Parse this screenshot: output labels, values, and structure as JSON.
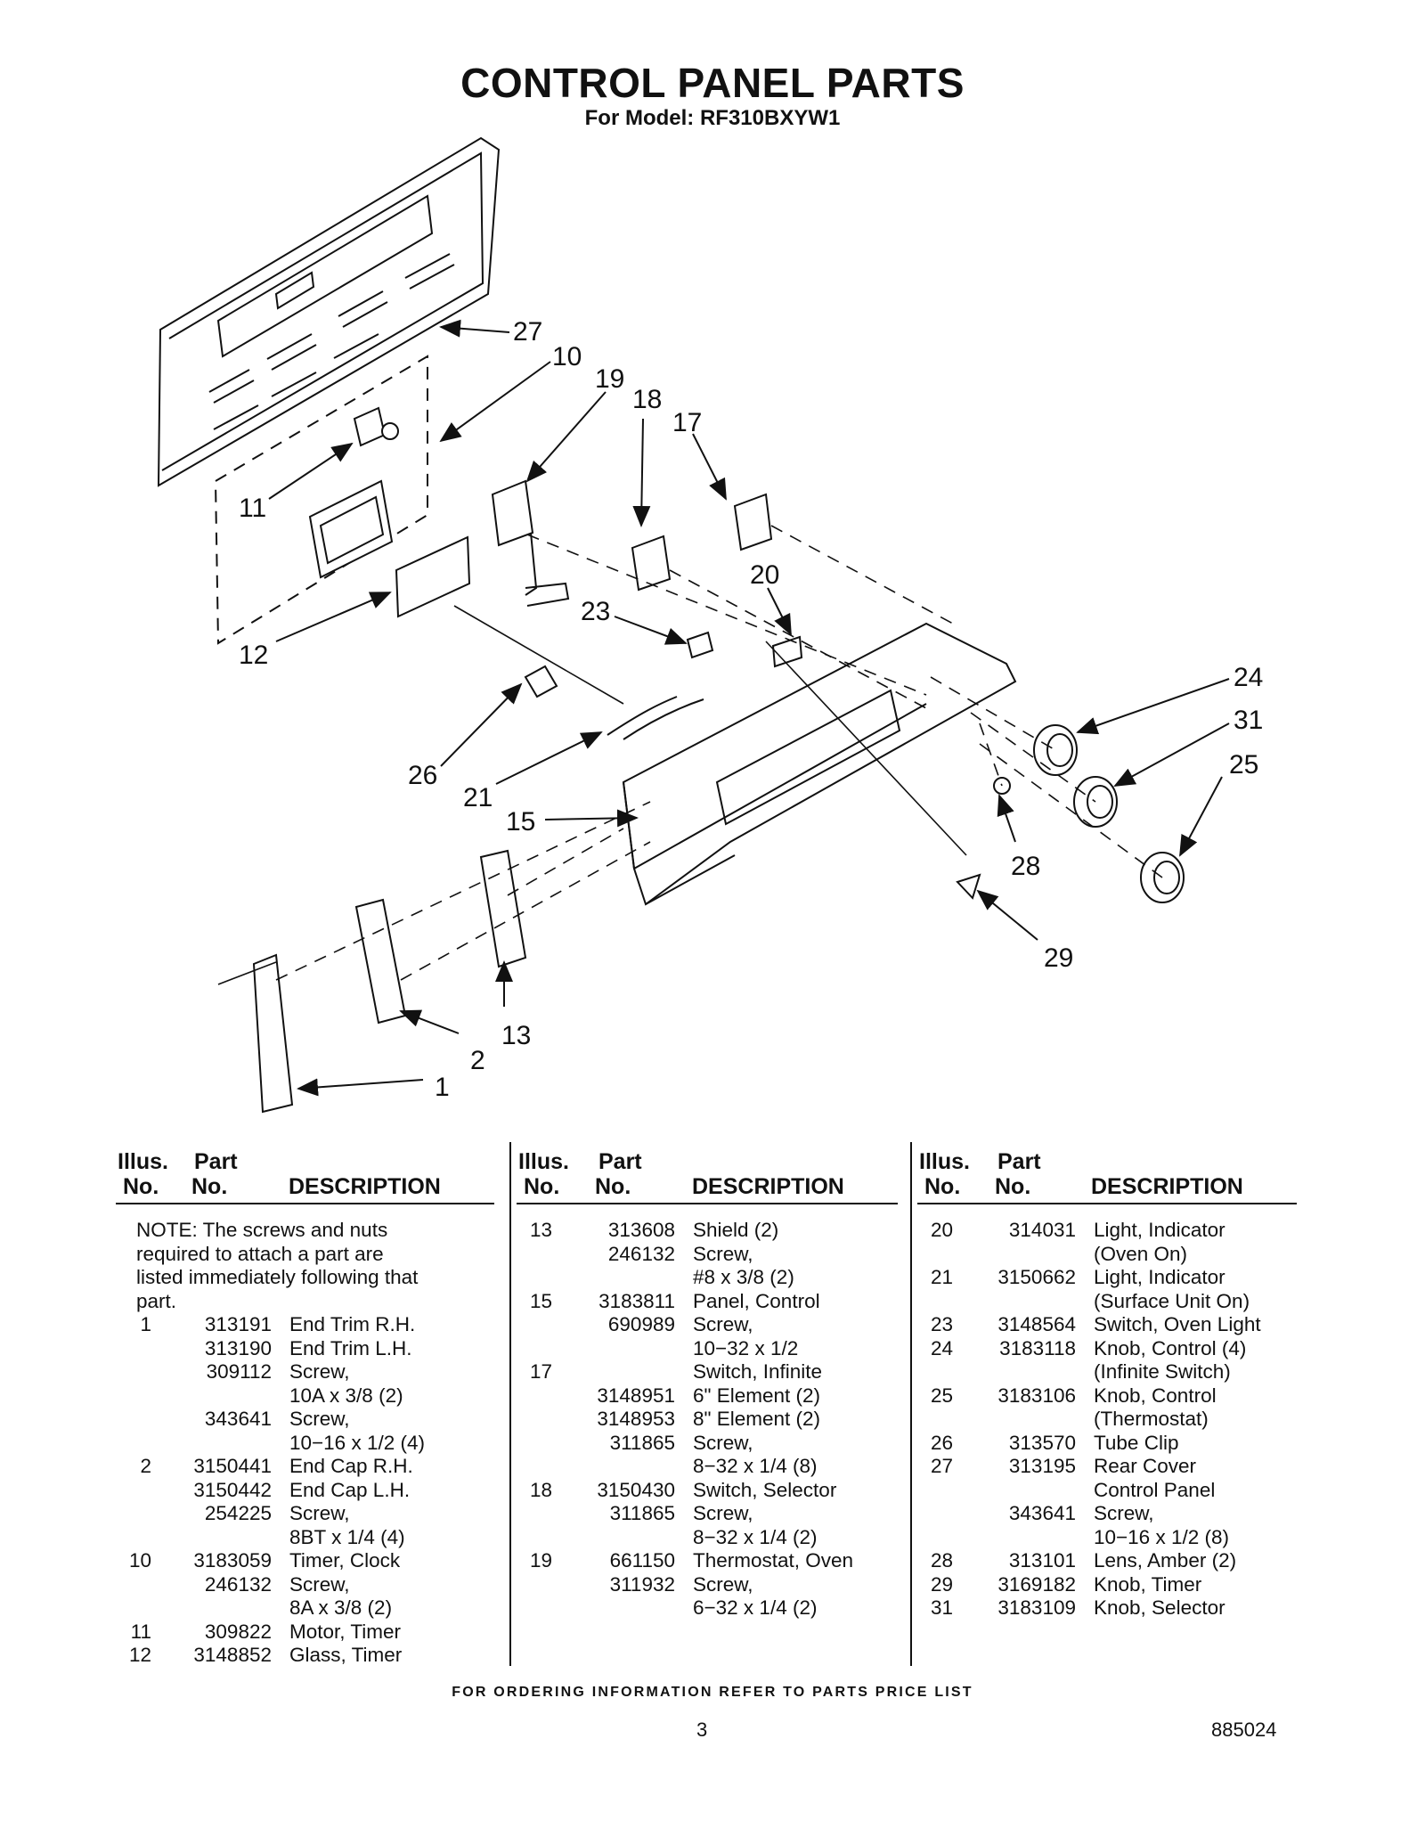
{
  "title": "CONTROL PANEL PARTS",
  "subtitle": "For Model: RF310BXYW1",
  "diagram_callouts": [
    "27",
    "10",
    "19",
    "18",
    "17",
    "11",
    "20",
    "23",
    "12",
    "24",
    "31",
    "25",
    "26",
    "21",
    "15",
    "28",
    "29",
    "13",
    "2",
    "1"
  ],
  "table_headers": {
    "illus": "Illus.",
    "no": "No.",
    "part": "Part",
    "part_no": "No.",
    "description": "DESCRIPTION"
  },
  "note": "NOTE: The screws and nuts required to attach a part are listed immediately following that part.",
  "columns": [
    [
      {
        "illus": "1",
        "part": "313191",
        "desc": "End Trim R.H."
      },
      {
        "illus": "",
        "part": "313190",
        "desc": "End Trim L.H."
      },
      {
        "illus": "",
        "part": "309112",
        "desc": "Screw,"
      },
      {
        "illus": "",
        "part": "",
        "desc": "10A x 3/8 (2)"
      },
      {
        "illus": "",
        "part": "343641",
        "desc": "Screw,"
      },
      {
        "illus": "",
        "part": "",
        "desc": "10−16 x 1/2 (4)"
      },
      {
        "illus": "2",
        "part": "3150441",
        "desc": "End Cap R.H."
      },
      {
        "illus": "",
        "part": "3150442",
        "desc": "End Cap L.H."
      },
      {
        "illus": "",
        "part": "254225",
        "desc": "Screw,"
      },
      {
        "illus": "",
        "part": "",
        "desc": "8BT x 1/4 (4)"
      },
      {
        "illus": "10",
        "part": "3183059",
        "desc": "Timer, Clock"
      },
      {
        "illus": "",
        "part": "246132",
        "desc": "Screw,"
      },
      {
        "illus": "",
        "part": "",
        "desc": "8A x 3/8 (2)"
      },
      {
        "illus": "11",
        "part": "309822",
        "desc": "Motor, Timer"
      },
      {
        "illus": "12",
        "part": "3148852",
        "desc": "Glass, Timer"
      }
    ],
    [
      {
        "illus": "13",
        "part": "313608",
        "desc": "Shield (2)"
      },
      {
        "illus": "",
        "part": "246132",
        "desc": "Screw,"
      },
      {
        "illus": "",
        "part": "",
        "desc": "#8 x 3/8 (2)"
      },
      {
        "illus": "15",
        "part": "3183811",
        "desc": "Panel, Control"
      },
      {
        "illus": "",
        "part": "690989",
        "desc": "Screw,"
      },
      {
        "illus": "",
        "part": "",
        "desc": "10−32 x 1/2"
      },
      {
        "illus": "17",
        "part": "",
        "desc": "Switch, Infinite"
      },
      {
        "illus": "",
        "part": "3148951",
        "desc": "6\" Element (2)"
      },
      {
        "illus": "",
        "part": "3148953",
        "desc": "8\" Element (2)"
      },
      {
        "illus": "",
        "part": "311865",
        "desc": "Screw,"
      },
      {
        "illus": "",
        "part": "",
        "desc": "8−32 x 1/4 (8)"
      },
      {
        "illus": "18",
        "part": "3150430",
        "desc": "Switch, Selector"
      },
      {
        "illus": "",
        "part": "311865",
        "desc": "Screw,"
      },
      {
        "illus": "",
        "part": "",
        "desc": "8−32 x 1/4 (2)"
      },
      {
        "illus": "19",
        "part": "661150",
        "desc": "Thermostat, Oven"
      },
      {
        "illus": "",
        "part": "311932",
        "desc": "Screw,"
      },
      {
        "illus": "",
        "part": "",
        "desc": "6−32 x 1/4 (2)"
      }
    ],
    [
      {
        "illus": "20",
        "part": "314031",
        "desc": "Light, Indicator"
      },
      {
        "illus": "",
        "part": "",
        "desc": "(Oven On)"
      },
      {
        "illus": "21",
        "part": "3150662",
        "desc": "Light, Indicator"
      },
      {
        "illus": "",
        "part": "",
        "desc": "(Surface Unit On)"
      },
      {
        "illus": "23",
        "part": "3148564",
        "desc": "Switch, Oven Light"
      },
      {
        "illus": "24",
        "part": "3183118",
        "desc": "Knob, Control (4)"
      },
      {
        "illus": "",
        "part": "",
        "desc": "(Infinite Switch)"
      },
      {
        "illus": "25",
        "part": "3183106",
        "desc": "Knob, Control"
      },
      {
        "illus": "",
        "part": "",
        "desc": "(Thermostat)"
      },
      {
        "illus": "26",
        "part": "313570",
        "desc": "Tube Clip"
      },
      {
        "illus": "27",
        "part": "313195",
        "desc": "Rear Cover"
      },
      {
        "illus": "",
        "part": "",
        "desc": "Control Panel"
      },
      {
        "illus": "",
        "part": "343641",
        "desc": "Screw,"
      },
      {
        "illus": "",
        "part": "",
        "desc": "10−16 x 1/2 (8)"
      },
      {
        "illus": "28",
        "part": "313101",
        "desc": "Lens, Amber (2)"
      },
      {
        "illus": "29",
        "part": "3169182",
        "desc": "Knob, Timer"
      },
      {
        "illus": "31",
        "part": "3183109",
        "desc": "Knob, Selector"
      }
    ]
  ],
  "footer": "FOR ORDERING INFORMATION REFER TO PARTS PRICE LIST",
  "page_number": "3",
  "document_number": "885024"
}
